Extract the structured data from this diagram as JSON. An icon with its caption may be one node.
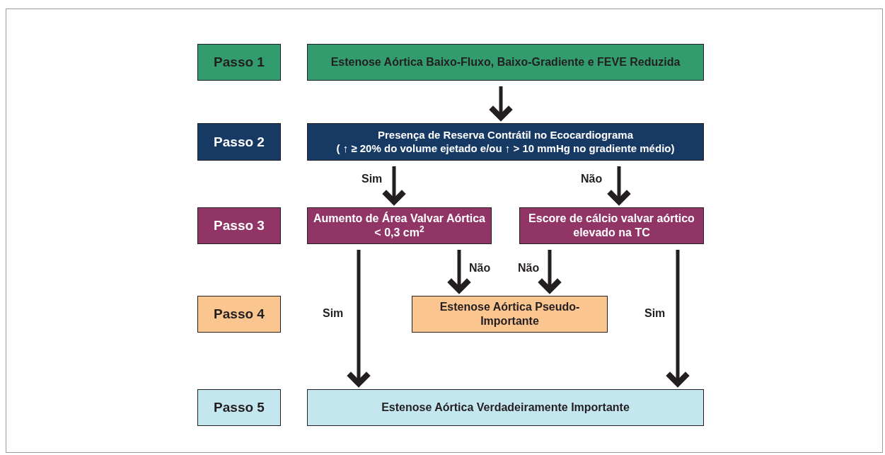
{
  "diagram": {
    "nodes": [
      {
        "text": [
          "Passo 1"
        ]
      },
      {
        "text": [
          "Estenose Aórtica Baixo-Fluxo, Baixo-Gradiente e FEVE Reduzida"
        ]
      },
      {
        "text": [
          "Passo 2"
        ]
      },
      {
        "text": [
          "Presença de Reserva Contrátil no Ecocardiograma",
          "( ↑ ≥ 20% do volume ejetado e/ou ↑ > 10 mmHg no gradiente médio)"
        ]
      },
      {
        "text": [
          "Passo 3"
        ]
      },
      {
        "text": [
          "Aumento de Área Valvar Aórtica < 0,3 cm$^{2}$"
        ]
      },
      {
        "text": [
          "Escore de cálcio valvar aórtico elevado na TC"
        ]
      },
      {
        "text": [
          "Passo 4"
        ]
      },
      {
        "text": [
          "Estenose Aórtica Pseudo-Importante"
        ]
      },
      {
        "text": [
          "Passo 5"
        ]
      },
      {
        "text": [
          "Estenose Aórtica Verdadeiramente Importante"
        ]
      }
    ],
    "edges": [
      {
        "from": 1,
        "to": 3,
        "arrow": "to"
      },
      {
        "from": 3,
        "to": 5,
        "arrow": "to",
        "label": "Sim"
      },
      {
        "from": 3,
        "to": 6,
        "arrow": "to",
        "label": "Não"
      },
      {
        "from": 5,
        "to": 8,
        "arrow": "to",
        "label": "Não"
      },
      {
        "from": 6,
        "to": 8,
        "arrow": "to",
        "label": "Não"
      },
      {
        "from": 5,
        "to": 10,
        "arrow": "to",
        "label": "Sim"
      },
      {
        "from": 6,
        "to": 10,
        "arrow": "to",
        "label": "Sim"
      }
    ]
  }
}
